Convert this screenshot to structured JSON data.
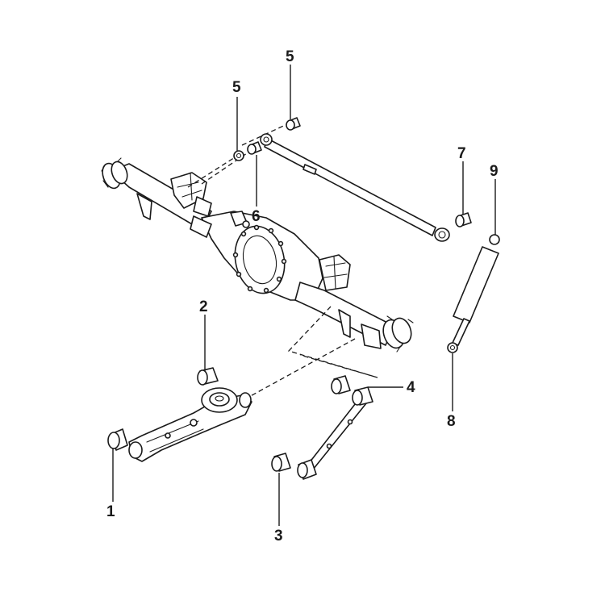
{
  "callouts": {
    "c1": "1",
    "c2": "2",
    "c3": "3",
    "c4": "4",
    "c5a": "5",
    "c5b": "5",
    "c6": "6",
    "c7": "7",
    "c8": "8",
    "c9": "9"
  },
  "icons": {
    "axle": "rear-axle-housing-drawing",
    "lower_arm": "lower-control-arm-drawing",
    "rod": "lateral-rod-drawing",
    "link": "lower-link-drawing",
    "shock": "shock-absorber-drawing",
    "bushing": "rubber-bushing-drawing"
  }
}
